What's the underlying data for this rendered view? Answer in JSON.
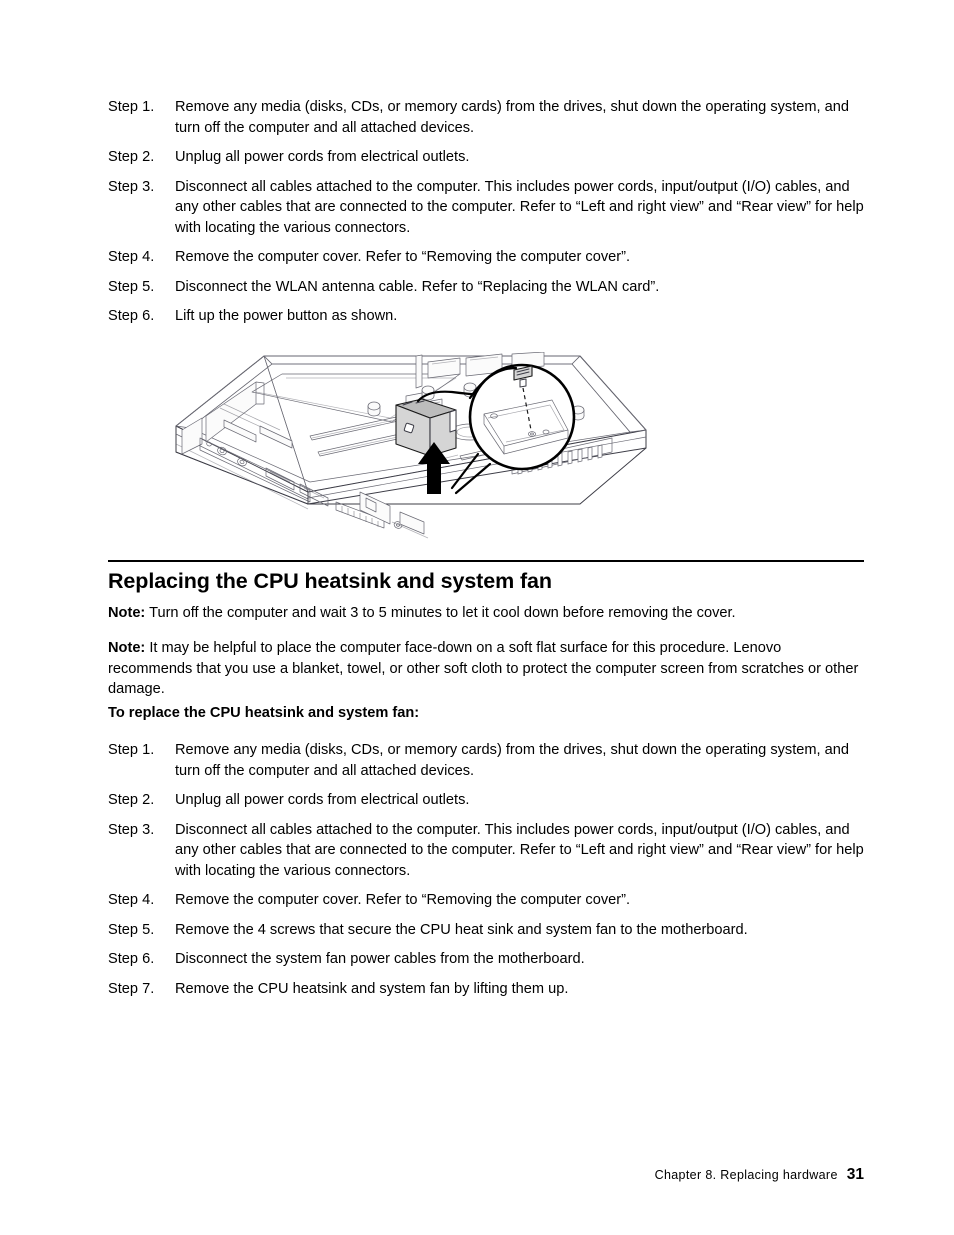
{
  "document": {
    "type": "hardware-service-manual-page"
  },
  "top_steps": [
    {
      "label": "Step 1.",
      "text": "Remove any media (disks, CDs, or memory cards) from the drives, shut down the operating system, and turn off the computer and all attached devices."
    },
    {
      "label": "Step 2.",
      "text": "Unplug all power cords from electrical outlets."
    },
    {
      "label": "Step 3.",
      "text": "Disconnect all cables attached to the computer. This includes power cords, input/output (I/O) cables, and any other cables that are connected to the computer. Refer to “Left and right view” and “Rear view” for help with locating the various connectors."
    },
    {
      "label": "Step 4.",
      "text": "Remove the computer cover. Refer to “Removing the computer cover”."
    },
    {
      "label": "Step 5.",
      "text": "Disconnect the WLAN antenna cable. Refer to “Replacing the WLAN card”."
    },
    {
      "label": "Step 6.",
      "text": "Lift up the power button as shown."
    }
  ],
  "figure": {
    "name": "power-button-removal-illustration",
    "caption": "Line drawing of the computer chassis with the cover removed, showing the power button module being lifted up and a magnified callout of the cable connector.",
    "callout_label": "",
    "line_color": "#000000",
    "shade_color": "#d5d5d5"
  },
  "section": {
    "title": "Replacing the CPU heatsink and system fan",
    "notes": [
      {
        "label": "Note:",
        "text": " Turn off the computer and wait 3 to 5 minutes to let it cool down before removing the cover."
      },
      {
        "label": "Note:",
        "text": " It may be helpful to place the computer face-down on a soft flat surface for this procedure. Lenovo recommends that you use a blanket, towel, or other soft cloth to protect the computer screen from scratches or other damage."
      }
    ],
    "subheading": "To replace the CPU heatsink and system fan:",
    "steps": [
      {
        "label": "Step 1.",
        "text": "Remove any media (disks, CDs, or memory cards) from the drives, shut down the operating system, and turn off the computer and all attached devices."
      },
      {
        "label": "Step 2.",
        "text": "Unplug all power cords from electrical outlets."
      },
      {
        "label": "Step 3.",
        "text": "Disconnect all cables attached to the computer. This includes power cords, input/output (I/O) cables, and any other cables that are connected to the computer. Refer to “Left and right view” and “Rear view” for help with locating the various connectors."
      },
      {
        "label": "Step 4.",
        "text": "Remove the computer cover. Refer to “Removing the computer cover”."
      },
      {
        "label": "Step 5.",
        "text": "Remove the 4 screws that secure the CPU heat sink and system fan to the motherboard."
      },
      {
        "label": "Step 6.",
        "text": "Disconnect the system fan power cables from the motherboard."
      },
      {
        "label": "Step 7.",
        "text": "Remove the CPU heatsink and system fan by lifting them up."
      }
    ]
  },
  "footer": {
    "chapter": "Chapter 8.  Replacing hardware",
    "page_number": "31"
  }
}
